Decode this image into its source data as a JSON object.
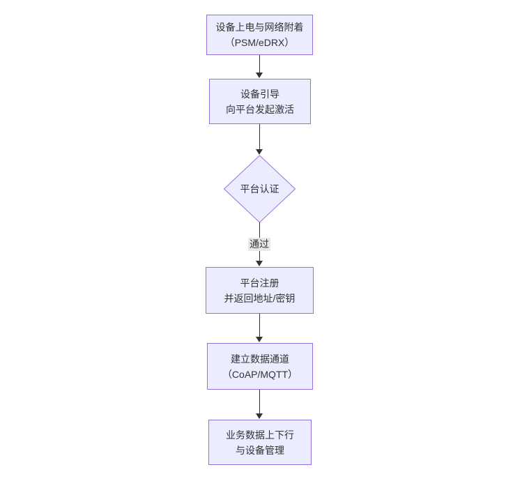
{
  "diagram": {
    "type": "flowchart-top-down",
    "colors": {
      "background": "#ffffff",
      "node_fill": "#ECECFF",
      "node_border": "#9370DB",
      "edge_line": "#333333",
      "text": "#333333",
      "edge_label_bg": "#e8e8e8"
    },
    "nodes": [
      {
        "id": "power-attach",
        "line1": "设备上电与网络附着",
        "line2": "（PSM/eDRX）"
      },
      {
        "id": "bootstrap",
        "line1": "设备引导",
        "line2": "向平台发起激活"
      },
      {
        "id": "auth-decision",
        "label": "平台认证"
      },
      {
        "id": "register",
        "line1": "平台注册",
        "line2": "并返回地址/密钥"
      },
      {
        "id": "data-channel",
        "line1": "建立数据通道",
        "line2": "（CoAP/MQTT）"
      },
      {
        "id": "business",
        "line1": "业务数据上下行",
        "line2": "与设备管理"
      }
    ],
    "edge_label": {
      "text": "通过"
    }
  }
}
